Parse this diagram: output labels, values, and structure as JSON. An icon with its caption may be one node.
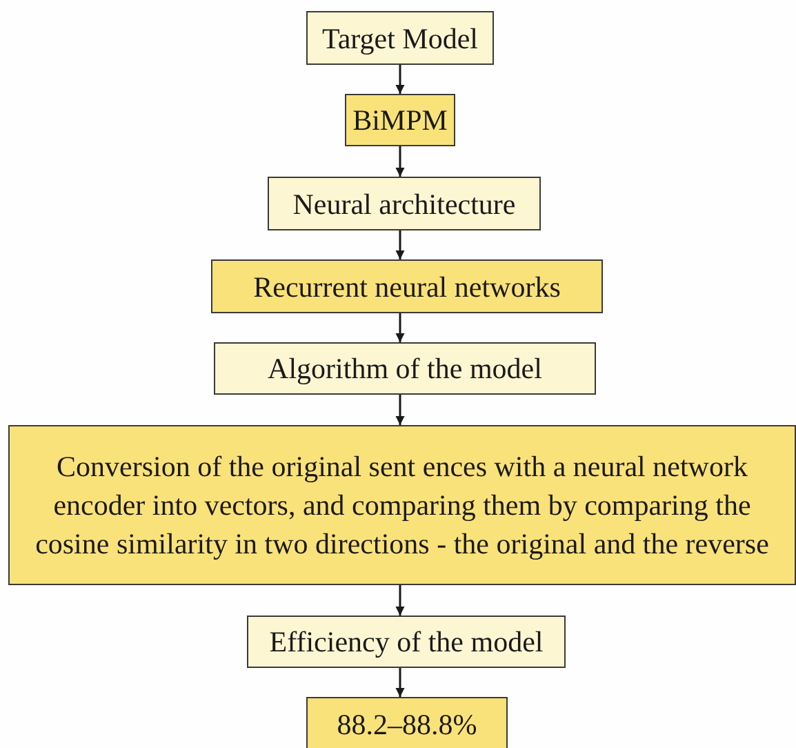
{
  "diagram": {
    "nodes": [
      {
        "text": [
          "Target Model"
        ]
      },
      {
        "text": [
          "BiMPM"
        ]
      },
      {
        "text": [
          "Neural architecture"
        ]
      },
      {
        "text": [
          "Recurrent neural networks"
        ]
      },
      {
        "text": [
          "Algorithm of the model"
        ]
      },
      {
        "text": [
          "Conversion of the original sent ences with a neural network encoder into vectors, and comparing them by comparing the cosine similarity in two directions - the original and the reverse"
        ]
      },
      {
        "text": [
          "Efficiency of the model"
        ]
      },
      {
        "text": [
          "88.2–88.8%"
        ]
      }
    ],
    "edges": [
      {
        "from": 0,
        "to": 1,
        "arrow": "to"
      },
      {
        "from": 1,
        "to": 2,
        "arrow": "to"
      },
      {
        "from": 2,
        "to": 3,
        "arrow": "to"
      },
      {
        "from": 3,
        "to": 4,
        "arrow": "to"
      },
      {
        "from": 4,
        "to": 5,
        "arrow": "to"
      },
      {
        "from": 5,
        "to": 6,
        "arrow": "to"
      },
      {
        "from": 6,
        "to": 7,
        "arrow": "to"
      }
    ]
  }
}
